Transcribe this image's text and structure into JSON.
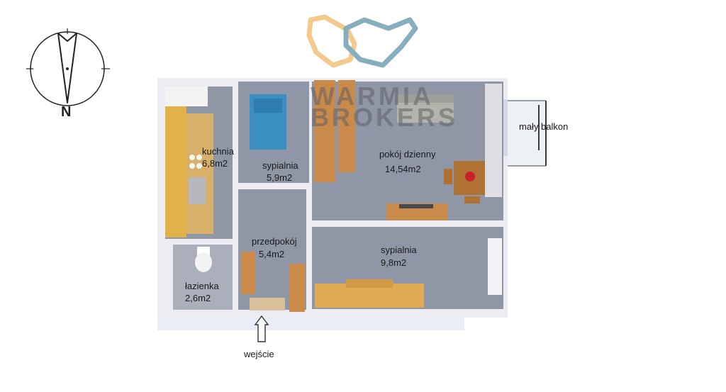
{
  "brand": {
    "line1": "WARMIA",
    "line2": "BROKERS"
  },
  "compass": {
    "north_label": "N"
  },
  "rooms": [
    {
      "id": "kitchen",
      "name": "kuchnia",
      "area": "6,8m2"
    },
    {
      "id": "bedroom-small",
      "name": "sypialnia",
      "area": "5,9m2"
    },
    {
      "id": "living-room",
      "name": "pokój dzienny",
      "area": "14,54m2"
    },
    {
      "id": "hallway",
      "name": "przedpokój",
      "area": "5,4m2"
    },
    {
      "id": "bedroom-large",
      "name": "sypialnia",
      "area": "9,8m2"
    },
    {
      "id": "bathroom",
      "name": "łazienka",
      "area": "2,6m2"
    }
  ],
  "balcony_label": "mały balkon",
  "entrance_label": "wejście",
  "colors": {
    "wall": "#ededf2",
    "floor": "#8f97a6",
    "brand_orange": "#f3c98c",
    "brand_blue": "#86aebd",
    "counter": "#e2b24a",
    "sofa": "#3a8fc2",
    "wood": "#c98a4a"
  }
}
